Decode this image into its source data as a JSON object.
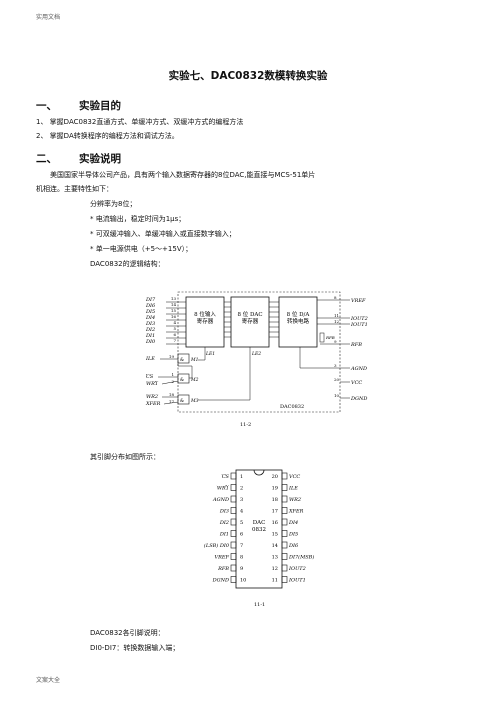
{
  "header": {
    "left": "实用文档"
  },
  "footer": {
    "left": "文案大全"
  },
  "title": "实验七、DAC0832数模转换实验",
  "section1": {
    "heading_num": "一、",
    "heading_text": "实验目的",
    "items": [
      "1、 掌握DAC0832直通方式、单缓冲方式、双缓冲方式的编程方法",
      "2、 掌握DA转换程序的编程方法和调试方法。"
    ]
  },
  "section2": {
    "heading_num": "二、",
    "heading_text": "实验说明",
    "para_line1": "美国国家半导体公司产品，具有两个输入数据寄存器的8位DAC,能直接与MCS-51单片",
    "para_line2": "机相连。主要特性如下：",
    "features": [
      "分辨率为8位；",
      "* 电流输出，稳定时间为1μs；",
      "* 可双缓冲输入、单缓冲输入或直接数字输入；",
      "* 单一电源供电（+5～+15V）；"
    ],
    "logic_label": "DAC0832的逻辑结构：",
    "pin_label": "其引脚分布如图所示：",
    "pin_desc_title": "DAC0832各引脚说明：",
    "pin_desc_1": "DI0-DI7：转换数据输入端；"
  },
  "diagram1": {
    "caption": "11-2",
    "chip_name": "DAC0832",
    "block1": [
      "8 位输入",
      "寄存器"
    ],
    "block2": [
      "8 位 DAC",
      "寄存器"
    ],
    "block3": [
      "8 位 D/A",
      "转换电路"
    ],
    "inputs": [
      "DI7",
      "DI6",
      "DI5",
      "DI4",
      "DI3",
      "DI2",
      "DI1",
      "DI0"
    ],
    "input_pins": [
      "13",
      "14",
      "15",
      "16",
      "4",
      "5",
      "6",
      "7"
    ],
    "ctrl_inputs": [
      "ILE",
      "CS",
      "WR1",
      "WR2",
      "XFER"
    ],
    "ctrl_pins": [
      "19",
      "1",
      "2",
      "18",
      "17"
    ],
    "gates": [
      "M1",
      "M2",
      "M3"
    ],
    "latch_labels": [
      "LE1",
      "LE2"
    ],
    "outputs": [
      "VREF",
      "IOUT2",
      "IOUT1",
      "RFB",
      "AGND",
      "VCC",
      "DGND"
    ],
    "output_pins": [
      "8",
      "11",
      "12",
      "9",
      "3",
      "20",
      "10"
    ],
    "rfb_inner": "RFB"
  },
  "diagram2": {
    "caption": "11-1",
    "chip_line1": "DAC",
    "chip_line2": "0832",
    "left_pins": [
      {
        "num": "1",
        "name": "CS"
      },
      {
        "num": "2",
        "name": "WR1"
      },
      {
        "num": "3",
        "name": "AGND"
      },
      {
        "num": "4",
        "name": "DI3"
      },
      {
        "num": "5",
        "name": "DI2"
      },
      {
        "num": "6",
        "name": "DI1"
      },
      {
        "num": "7",
        "name": "(LSB) DI0"
      },
      {
        "num": "8",
        "name": "VREF"
      },
      {
        "num": "9",
        "name": "RFB"
      },
      {
        "num": "10",
        "name": "DGND"
      }
    ],
    "right_pins": [
      {
        "num": "20",
        "name": "VCC"
      },
      {
        "num": "19",
        "name": "ILE"
      },
      {
        "num": "18",
        "name": "WR2"
      },
      {
        "num": "17",
        "name": "XFER"
      },
      {
        "num": "16",
        "name": "DI4"
      },
      {
        "num": "15",
        "name": "DI5"
      },
      {
        "num": "14",
        "name": "DI6"
      },
      {
        "num": "13",
        "name": "DI7(MSB)"
      },
      {
        "num": "12",
        "name": "IOUT2"
      },
      {
        "num": "11",
        "name": "IOUT1"
      }
    ]
  }
}
